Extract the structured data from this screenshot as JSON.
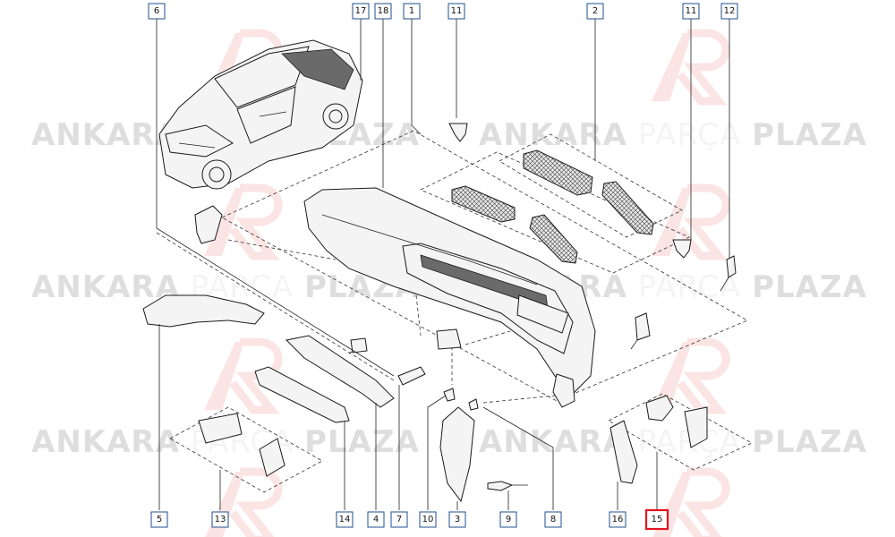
{
  "watermark": {
    "word1": "ANKARA",
    "word2": "PARÇA",
    "word3": "PLAZA",
    "colors": {
      "dark": "#3a3a3a",
      "light": "#bdbdbd",
      "logo": "#e53935"
    }
  },
  "callouts": [
    {
      "id": "6"
    },
    {
      "id": "17"
    },
    {
      "id": "18"
    },
    {
      "id": "1"
    },
    {
      "id": "11"
    },
    {
      "id": "2"
    },
    {
      "id": "11"
    },
    {
      "id": "12"
    },
    {
      "id": "5"
    },
    {
      "id": "13"
    },
    {
      "id": "14"
    },
    {
      "id": "4"
    },
    {
      "id": "7"
    },
    {
      "id": "10"
    },
    {
      "id": "3"
    },
    {
      "id": "9"
    },
    {
      "id": "8"
    },
    {
      "id": "16"
    },
    {
      "id": "15",
      "highlighted": true
    }
  ],
  "colors": {
    "label_border": "#1e4f8c",
    "highlight": "#e0141e",
    "line": "#1a1a1a"
  }
}
